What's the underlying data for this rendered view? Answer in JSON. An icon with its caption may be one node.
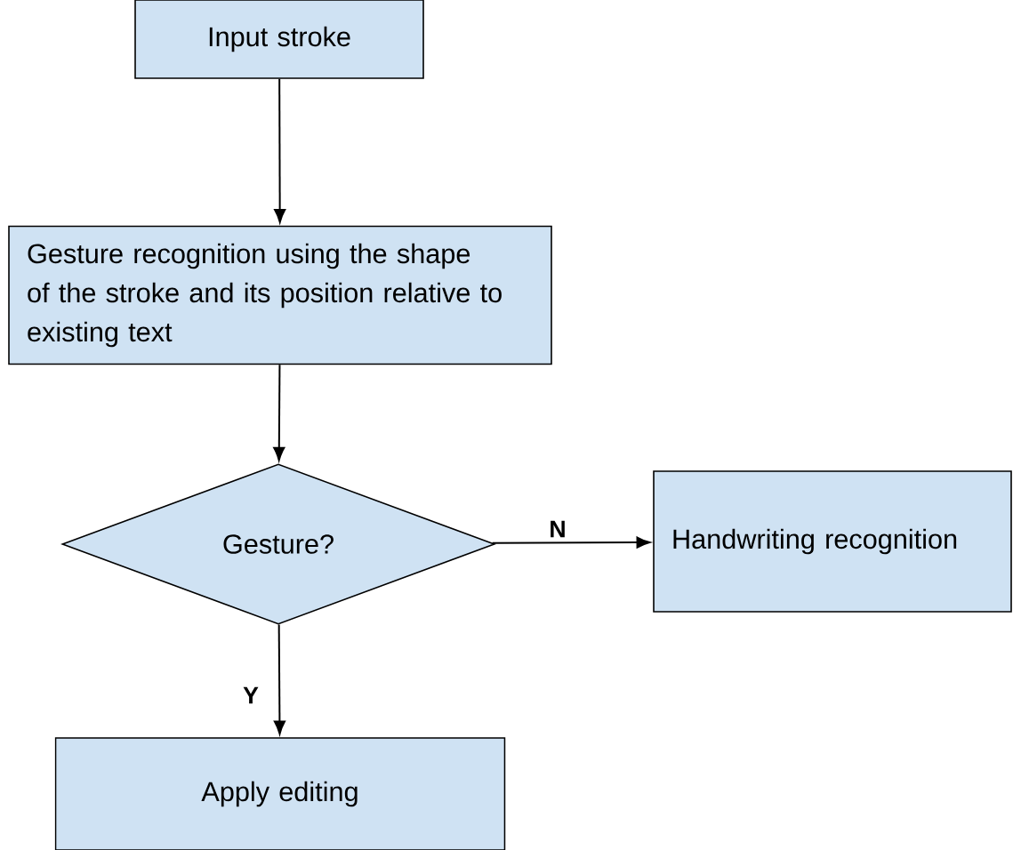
{
  "diagram": {
    "nodes": [
      {
        "text": [
          "Input stroke"
        ]
      },
      {
        "text": [
          "Gesture recognition using the shape of the stroke and its position relative to existing text"
        ]
      },
      {
        "text": [
          "Gesture?"
        ]
      },
      {
        "text": [
          "Handwriting recognition"
        ]
      },
      {
        "text": [
          "Apply editing"
        ]
      }
    ],
    "edges": [
      {
        "from": 0,
        "to": 1,
        "arrow": "to"
      },
      {
        "from": 1,
        "to": 2,
        "arrow": "to"
      },
      {
        "from": 2,
        "to": 3,
        "arrow": "to",
        "label": "N"
      },
      {
        "from": 2,
        "to": 4,
        "arrow": "to",
        "label": "Y"
      }
    ]
  }
}
